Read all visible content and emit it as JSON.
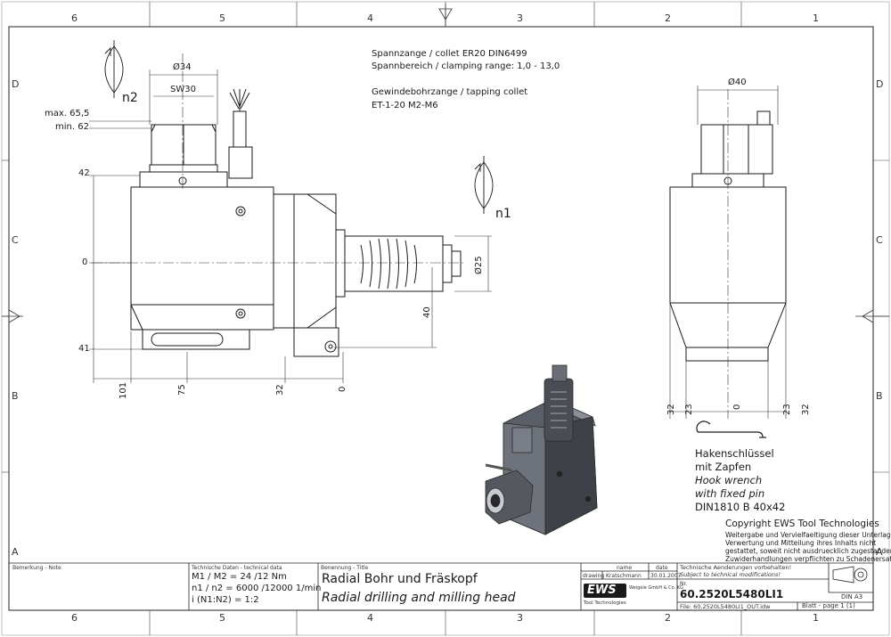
{
  "zones": {
    "columns": [
      "6",
      "5",
      "4",
      "3",
      "2",
      "1"
    ],
    "rows": [
      "D",
      "C",
      "B",
      "A"
    ]
  },
  "notes": {
    "collet_line": "Spannzange / collet   ER20   DIN6499",
    "clamp_line": "Spannbereich / clamping range: 1,0 - 13,0",
    "tap_line": "Gewindebohrzange / tapping collet",
    "tap_spec": "ET-1-20  M2-M6"
  },
  "left_view": {
    "dia34": "Ø34",
    "sw30": "SW30",
    "n2": "n2",
    "max": "max. 65,5",
    "min": "min. 62",
    "d42": "42",
    "d0": "0",
    "d41": "41",
    "d101": "101",
    "d75": "75",
    "d32": "32",
    "d0b": "0",
    "d40": "40",
    "dia25": "Ø25",
    "n1": "n1"
  },
  "right_view": {
    "dia40": "Ø40",
    "dims": [
      "32",
      "23",
      "0",
      "23",
      "32"
    ]
  },
  "wrench": {
    "l1": "Hakenschlüssel",
    "l2": "mit Zapfen",
    "l3": "Hook wrench",
    "l4": "with fixed pin",
    "l5": "DIN1810 B 40x42"
  },
  "copyright": {
    "title": "Copyright EWS Tool Technologies",
    "lines": [
      "Weitergabe und Vervielfaeltigung dieser Unterlage,",
      "Verwertung und Mitteilung ihres Inhalts nicht",
      "gestattet, soweit nicht ausdruecklich zugestanden.",
      "Zuwiderhandlungen verpflichten zu Schadenersatz."
    ]
  },
  "title_block": {
    "remark_label": "Bemerkung - Note",
    "tech_label": "Technische Daten - technical data",
    "torque": "M1 / M2 = 24  /12  Nm",
    "speed": "n1 / n2 = 6000 /12000 1/min",
    "ratio": "i  (N1:N2)  = 1:2",
    "title_label": "Benennung - Title",
    "title_de": "Radial Bohr und Fräskopf",
    "title_en": "Radial drilling and milling head",
    "col_name": "name",
    "col_date": "date",
    "row_drawing": "drawing",
    "drawer": "Kratschmann",
    "date": "30.01.2007",
    "logo": "EWS",
    "logo_sub": "Tool Technologies",
    "address": "Weigele GmbH & Co. KG",
    "tech_change_de": "Technische Aenderungen vorbehalten!",
    "tech_change_en": "Subject to technical modifications!",
    "nr_label": "Nr.",
    "part_no": "60.2520L5480LI1",
    "file": "File: 60.2520L5480LI1_OUT.idw",
    "format": "DIN A3",
    "page": "Blatt - page  1 (1)"
  },
  "colors": {
    "line": "#1a1a1a",
    "dim": "#333333",
    "body_shade": "#4a4d55"
  }
}
